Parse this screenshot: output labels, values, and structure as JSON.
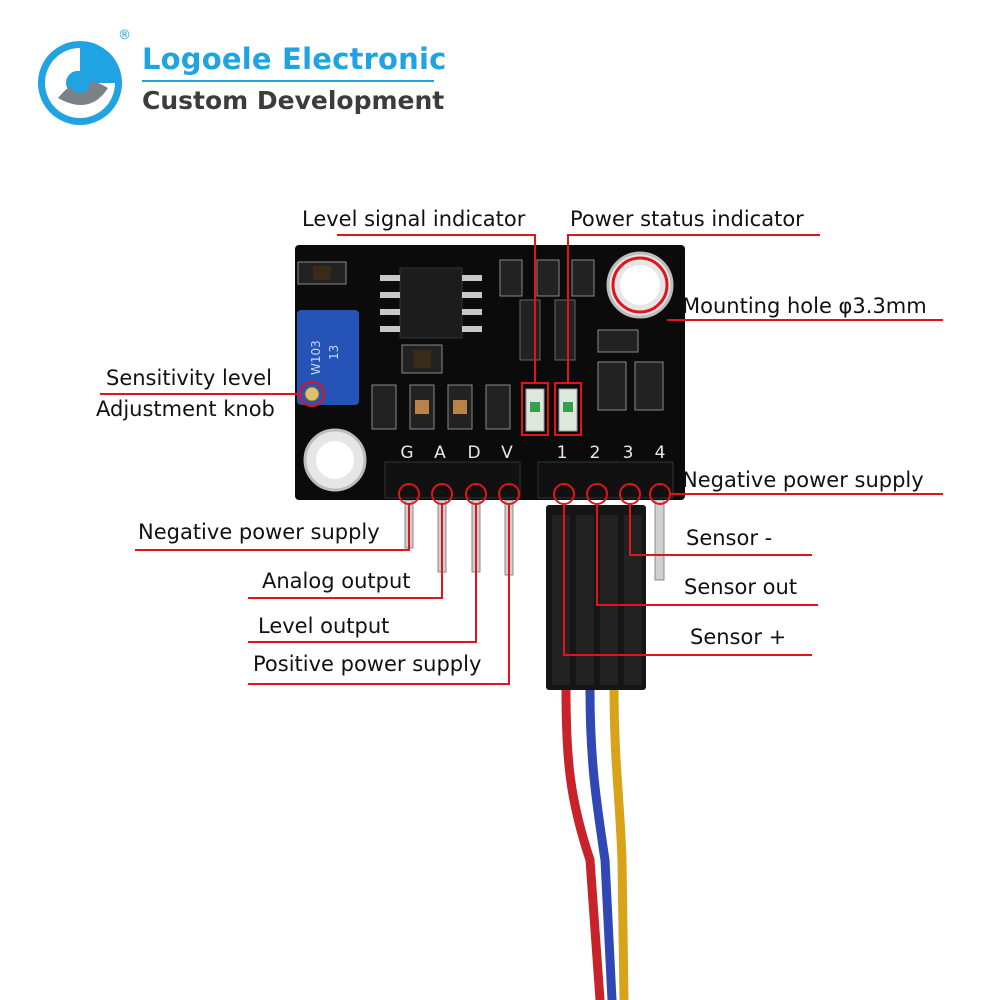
{
  "brand": {
    "name": "Logoele Electronic",
    "tagline": "Custom Development",
    "registered_mark": "®",
    "colors": {
      "blue": "#1fa3e3",
      "gray": "#3c3c3c"
    }
  },
  "board": {
    "silkscreen_left": [
      "G",
      "A",
      "D",
      "V"
    ],
    "silkscreen_right": [
      "1",
      "2",
      "3",
      "4"
    ],
    "pot_marking": "W103",
    "pot_marking_2": "13",
    "colors": {
      "pcb": "#0b0b0b",
      "pot": "#2553b8",
      "callout": "#e0141b"
    },
    "wire_colors": [
      "#c8232a",
      "#2f48b5",
      "#d8a319"
    ]
  },
  "labels": {
    "level_signal_indicator": "Level signal indicator",
    "power_status_indicator": "Power status indicator",
    "mounting_hole": "Mounting hole φ3.3mm",
    "sensitivity_line1": "Sensitivity level",
    "sensitivity_line2": "Adjustment knob",
    "neg_supply_right": "Negative power supply",
    "neg_supply_left": "Negative power supply",
    "analog_output": "Analog output",
    "level_output": "Level output",
    "positive_supply": "Positive power supply",
    "sensor_minus": "Sensor -",
    "sensor_out": "Sensor out",
    "sensor_plus": "Sensor +"
  }
}
